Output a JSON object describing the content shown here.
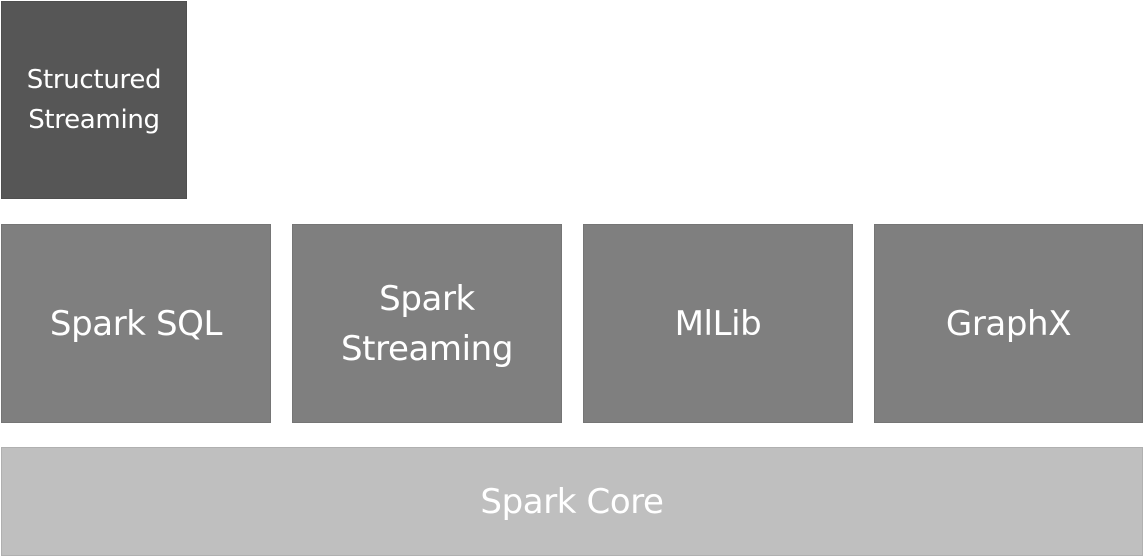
{
  "diagram": {
    "top_layer": {
      "structured_streaming": "Structured\nStreaming"
    },
    "library_layer": {
      "spark_sql": "Spark SQL",
      "spark_streaming": "Spark\nStreaming",
      "mllib": "MlLib",
      "graphx": "GraphX"
    },
    "base_layer": {
      "spark_core": "Spark Core"
    }
  },
  "colors": {
    "top_layer": "#565656",
    "library_layer": "#7f7f7f",
    "base_layer": "#bfbfbf",
    "text": "#ffffff"
  }
}
